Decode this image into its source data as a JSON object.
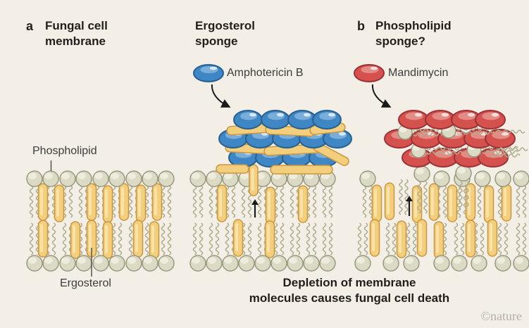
{
  "colors": {
    "bg": "#f3efe7",
    "text": "#221e1c",
    "head_fill": "#dbdac4",
    "head_stroke": "#9a997e",
    "head_highlight": "#edecdd",
    "tail": "#b1af90",
    "ergosterol_fill": "#f2ce7d",
    "ergosterol_stroke": "#c9973f",
    "ergosterol_highlight": "#f9e5ad",
    "blue_fill": "#3e86c4",
    "blue_stroke": "#27608f",
    "blue_highlight": "#7fb3dd",
    "red_fill": "#d4514e",
    "red_stroke": "#9c3136",
    "red_highlight": "#e4928c",
    "arrow": "#1a1a1a",
    "leader": "#4a4a4a",
    "credit": "#b2b1ad"
  },
  "panels": {
    "a": {
      "letter": "a",
      "title": "Fungal cell\nmembrane",
      "phospholipid_label": "Phospholipid",
      "ergosterol_label": "Ergosterol"
    },
    "ergosterol_sponge": {
      "title": "Ergosterol\nsponge",
      "molecule": "Amphotericin B"
    },
    "b": {
      "letter": "b",
      "title": "Phospholipid\nsponge?",
      "molecule": "Mandimycin"
    }
  },
  "caption": "Depletion of membrane\nmolecules causes fungal cell death",
  "credit": "©nature"
}
